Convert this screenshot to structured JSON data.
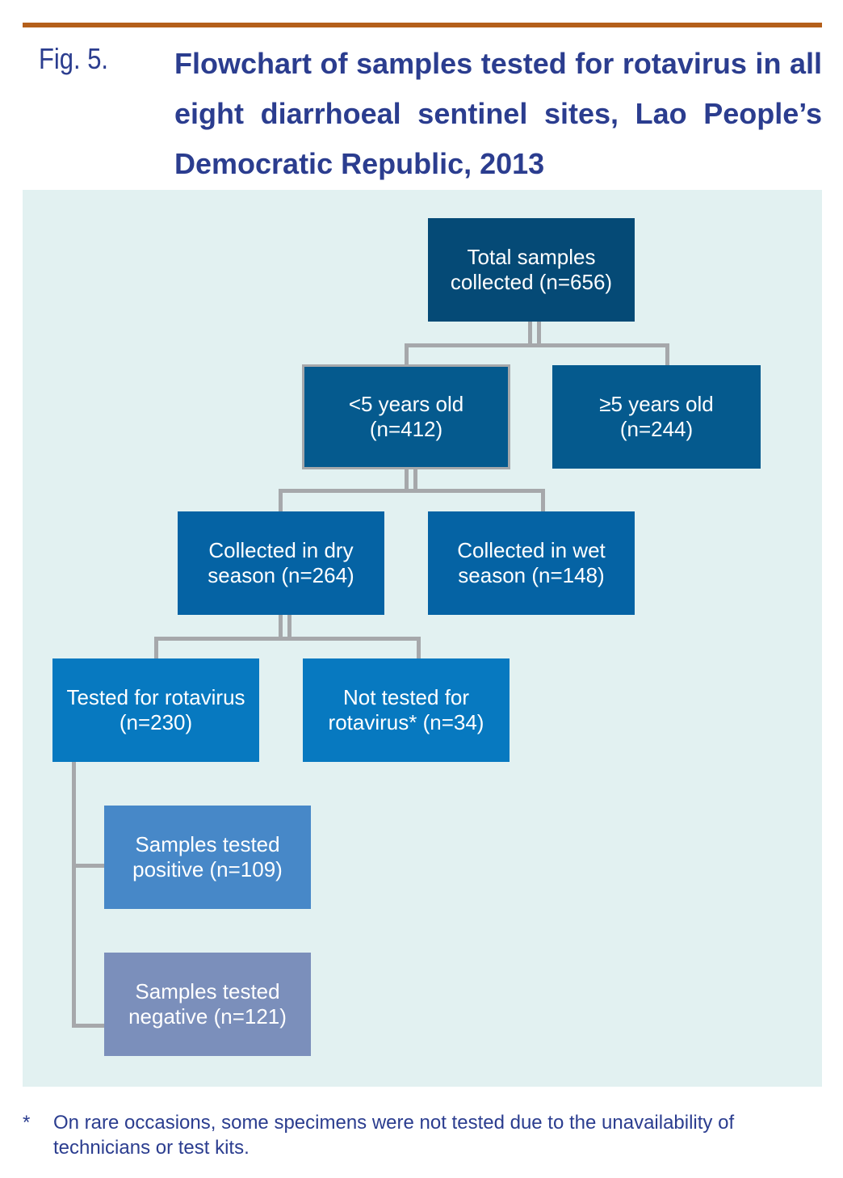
{
  "figure": {
    "label": "Fig. 5.",
    "title": "Flowchart of samples tested for rotavirus in all eight diarrhoeal sentinel sites, Lao People’s Democratic Republic, 2013"
  },
  "colors": {
    "accent_rule": "#b45f1a",
    "title_text": "#2b3d8f",
    "panel_bg": "#e2f1f1",
    "connector": "#a6a8ab"
  },
  "nodes": {
    "total": {
      "label": "Total samples collected (n=656)",
      "n": 656,
      "color": "#054a76"
    },
    "under5": {
      "label": "<5 years old (n=412)",
      "n": 412,
      "color": "#055a8e"
    },
    "over5": {
      "label": "≥5 years old (n=244)",
      "n": 244,
      "color": "#055a8e"
    },
    "dry": {
      "label": "Collected in dry season (n=264)",
      "n": 264,
      "color": "#0563a4"
    },
    "wet": {
      "label": "Collected in wet season (n=148)",
      "n": 148,
      "color": "#0563a4"
    },
    "tested": {
      "label": "Tested for rotavirus (n=230)",
      "n": 230,
      "color": "#0779c0"
    },
    "not_tested": {
      "label": "Not tested for rotavirus* (n=34)",
      "n": 34,
      "color": "#0779c0"
    },
    "positive": {
      "label": "Samples tested positive (n=109)",
      "n": 109,
      "color": "#4788c8"
    },
    "negative": {
      "label": "Samples tested negative (n=121)",
      "n": 121,
      "color": "#7b8fbb"
    }
  },
  "edges": [
    [
      "total",
      "under5"
    ],
    [
      "total",
      "over5"
    ],
    [
      "under5",
      "dry"
    ],
    [
      "under5",
      "wet"
    ],
    [
      "dry",
      "tested"
    ],
    [
      "dry",
      "not_tested"
    ],
    [
      "tested",
      "positive"
    ],
    [
      "tested",
      "negative"
    ]
  ],
  "footnote": {
    "marker": "*",
    "text": "On rare occasions, some specimens were not tested due to the unavailability of technicians or test kits."
  }
}
